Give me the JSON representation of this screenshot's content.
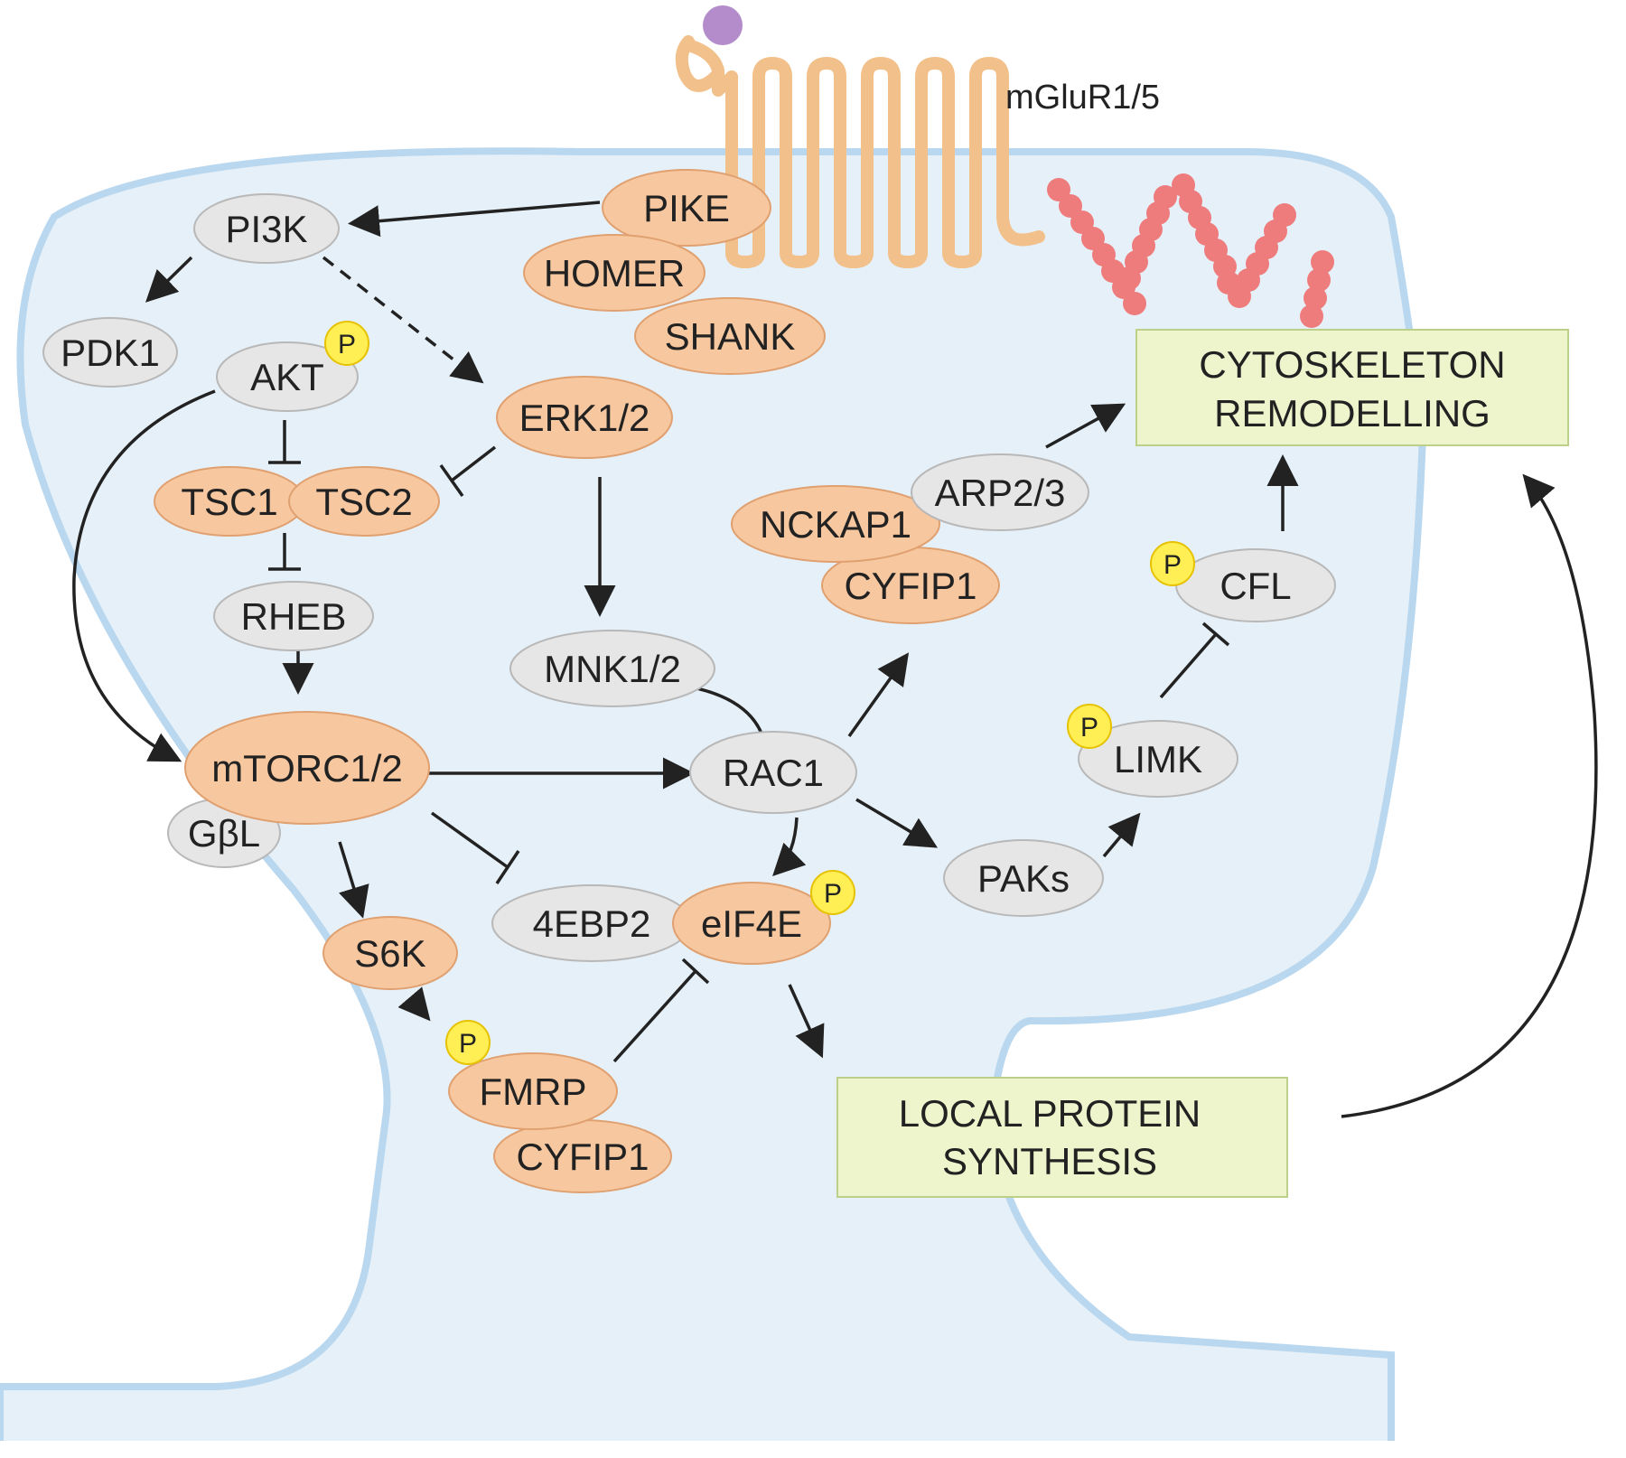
{
  "colors": {
    "cell_fill": "#e6f0f8",
    "membrane": "#b9d7ee",
    "orange_node": "#f7c8a0",
    "orange_stroke": "#e0a070",
    "gray_node": "#e6e6e6",
    "gray_stroke": "#b8b8b8",
    "phospho": "#ffef55",
    "phospho_stroke": "#e6c200",
    "box_fill": "#eef4cc",
    "box_stroke": "#bcd08a",
    "receptor": "#f2c08a",
    "ligand": "#b48ccc",
    "actin": "#f07070",
    "arrow": "#222222"
  },
  "receptor": {
    "label": "mGluR1/5"
  },
  "phospho_label": "P",
  "nodes": {
    "pike": "PIKE",
    "homer": "HOMER",
    "shank": "SHANK",
    "pi3k": "PI3K",
    "pdk1": "PDK1",
    "akt": "AKT",
    "erk": "ERK1/2",
    "tsc1": "TSC1",
    "tsc2": "TSC2",
    "rheb": "RHEB",
    "mtorc": "mTORC1/2",
    "gbl": "GβL",
    "mnk": "MNK1/2",
    "rac1": "RAC1",
    "s6k": "S6K",
    "ebp2": "4EBP2",
    "eif4e": "eIF4E",
    "fmrp": "FMRP",
    "cyfip1_bottom": "CYFIP1",
    "arp23": "ARP2/3",
    "nckap1": "NCKAP1",
    "cyfip1_top": "CYFIP1",
    "cfl": "CFL",
    "limk": "LIMK",
    "paks": "PAKs"
  },
  "boxes": {
    "cytoskeleton": [
      "CYTOSKELETON",
      "REMODELLING"
    ],
    "protein_synthesis": [
      "LOCAL PROTEIN",
      "SYNTHESIS"
    ]
  }
}
